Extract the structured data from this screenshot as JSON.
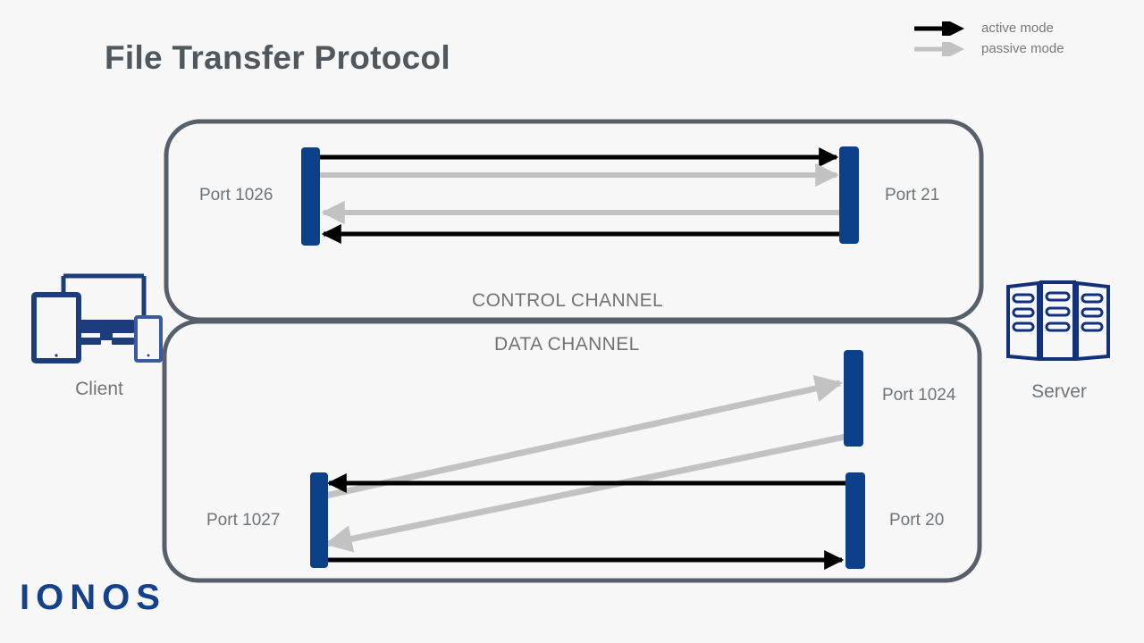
{
  "page": {
    "title": "File Transfer Protocol",
    "background_color": "#f7f7f7",
    "brand": "IONOS"
  },
  "colors": {
    "accent_blue": "#0c4189",
    "active_mode": "#000000",
    "passive_mode": "#c2c2c2",
    "text_gray": "#6e7478",
    "title_gray": "#4e585e",
    "box_outline": "#55606a",
    "logo_blue": "#13418b"
  },
  "legend": {
    "items": [
      {
        "label": "active mode",
        "color": "#000000",
        "icon": "arrow-right-icon"
      },
      {
        "label": "passive mode",
        "color": "#c2c2c2",
        "icon": "arrow-right-icon"
      }
    ]
  },
  "nodes": {
    "client": {
      "label": "Client",
      "icon": "devices-icon"
    },
    "server": {
      "label": "Server",
      "icon": "server-rack-icon"
    }
  },
  "channels": [
    {
      "id": "control",
      "label": "CONTROL CHANNEL",
      "client_port": "Port 1026",
      "server_port": "Port 21",
      "connections": [
        {
          "mode": "active",
          "direction": "client-to-server"
        },
        {
          "mode": "passive",
          "direction": "client-to-server"
        },
        {
          "mode": "passive",
          "direction": "server-to-client"
        },
        {
          "mode": "active",
          "direction": "server-to-client"
        }
      ]
    },
    {
      "id": "data",
      "label": "DATA CHANNEL",
      "client_port": "Port 1027",
      "server_ports": [
        "Port 1024",
        "Port 20"
      ],
      "connections": [
        {
          "mode": "passive",
          "direction": "client-to-server",
          "from": "Port 1027",
          "to": "Port 1024"
        },
        {
          "mode": "passive",
          "direction": "server-to-client",
          "from": "Port 1024",
          "to": "Port 1027"
        },
        {
          "mode": "active",
          "direction": "server-to-client",
          "from": "Port 20",
          "to": "Port 1027"
        },
        {
          "mode": "active",
          "direction": "client-to-server",
          "from": "Port 1027",
          "to": "Port 20"
        }
      ]
    }
  ],
  "ports": {
    "client_control": "Port 1026",
    "server_control": "Port 21",
    "client_data": "Port 1027",
    "server_data_passive": "Port 1024",
    "server_data_active": "Port 20"
  }
}
